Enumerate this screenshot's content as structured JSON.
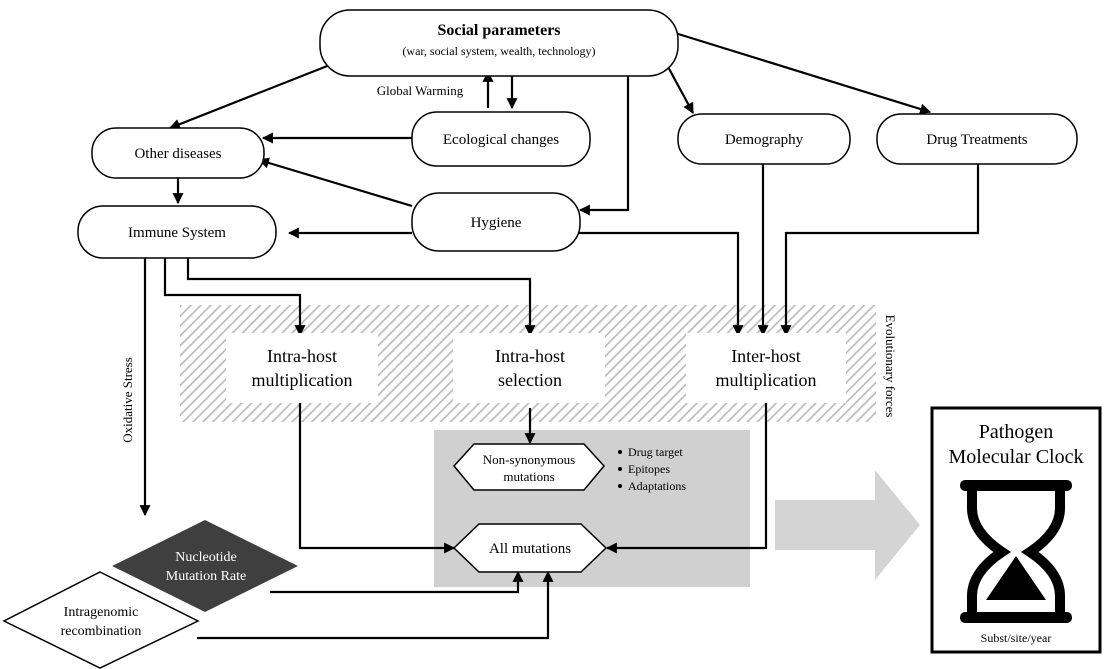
{
  "nodes": {
    "social": {
      "title": "Social parameters",
      "subtitle": "(war, social system, wealth, technology)"
    },
    "global_warming": "Global Warming",
    "ecological": "Ecological changes",
    "demography": "Demography",
    "drug_treatments": "Drug Treatments",
    "other_diseases": "Other diseases",
    "hygiene": "Hygiene",
    "immune_system": "Immune System",
    "oxidative_stress": "Oxidative Stress",
    "evolutionary_forces": "Evolutionary forces",
    "intra_mult": [
      "Intra-host",
      "multiplication"
    ],
    "intra_sel": [
      "Intra-host",
      "selection"
    ],
    "inter_mult": [
      "Inter-host",
      "multiplication"
    ],
    "nonsyn": [
      "Non-synonymous",
      "mutations"
    ],
    "nonsyn_bullets": [
      "Drug target",
      "Epitopes",
      "Adaptations"
    ],
    "all_mutations": "All mutations",
    "nucleotide_rate": [
      "Nucleotide",
      "Mutation Rate"
    ],
    "intragenomic": [
      "Intragenomic",
      "recombination"
    ]
  },
  "clock": {
    "title_lines": [
      "Pathogen",
      "Molecular Clock"
    ],
    "unit": "Subst/site/year",
    "icon": "hourglass-icon"
  },
  "colors": {
    "shaded_box": "#d0d0d0",
    "hatch": "#bdbdbd",
    "dark_diamond": "#3f3f3f",
    "big_arrow": "#d4d4d4"
  }
}
